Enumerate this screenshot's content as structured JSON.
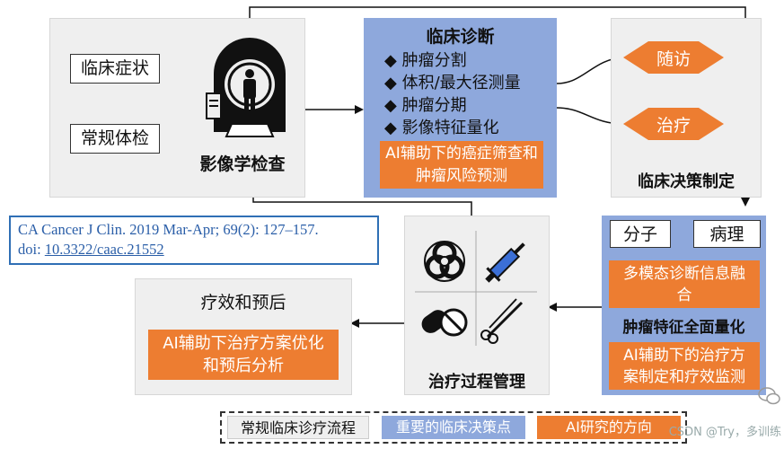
{
  "imaging": {
    "symptoms": "临床症状",
    "routine_exam": "常规体检",
    "label": "影像学检查"
  },
  "clinical_diagnosis": {
    "title": "临床诊断",
    "bullet_symbol": "◆",
    "bullets": [
      "肿瘤分割",
      "体积/最大径测量",
      "肿瘤分期",
      "影像特征量化"
    ],
    "ai_note": "AI辅助下的癌症筛查和肿瘤风险预测"
  },
  "decision": {
    "followup": "随访",
    "treatment": "治疗",
    "label": "临床决策制定"
  },
  "quantification": {
    "molecular": "分子",
    "pathology": "病理",
    "fusion": "多模态诊断信息融合",
    "label": "肿瘤特征全面量化",
    "ai_note": "AI辅助下的治疗方案制定和疗效监测"
  },
  "treatment_management": {
    "label": "治疗过程管理",
    "icons": [
      "biohazard-icon",
      "syringe-icon",
      "pills-icon",
      "surgical-tools-icon"
    ]
  },
  "efficacy": {
    "title": "疗效和预后",
    "ai_note": "AI辅助下治疗方案优化和预后分析"
  },
  "citation": {
    "line1": "CA Cancer J Clin. 2019 Mar-Apr; 69(2): 127–157.",
    "doi_prefix": "doi: ",
    "doi": "10.3322/caac.21552"
  },
  "legend": {
    "items": [
      "常规临床诊疗流程",
      "重要的临床决策点",
      "AI研究的方向"
    ]
  },
  "watermark": "CSDN @Try，多训练",
  "colors": {
    "gray": "#efefef",
    "blue": "#8ea8dc",
    "orange": "#ed7d31",
    "citation_blue": "#2f6fb5"
  }
}
